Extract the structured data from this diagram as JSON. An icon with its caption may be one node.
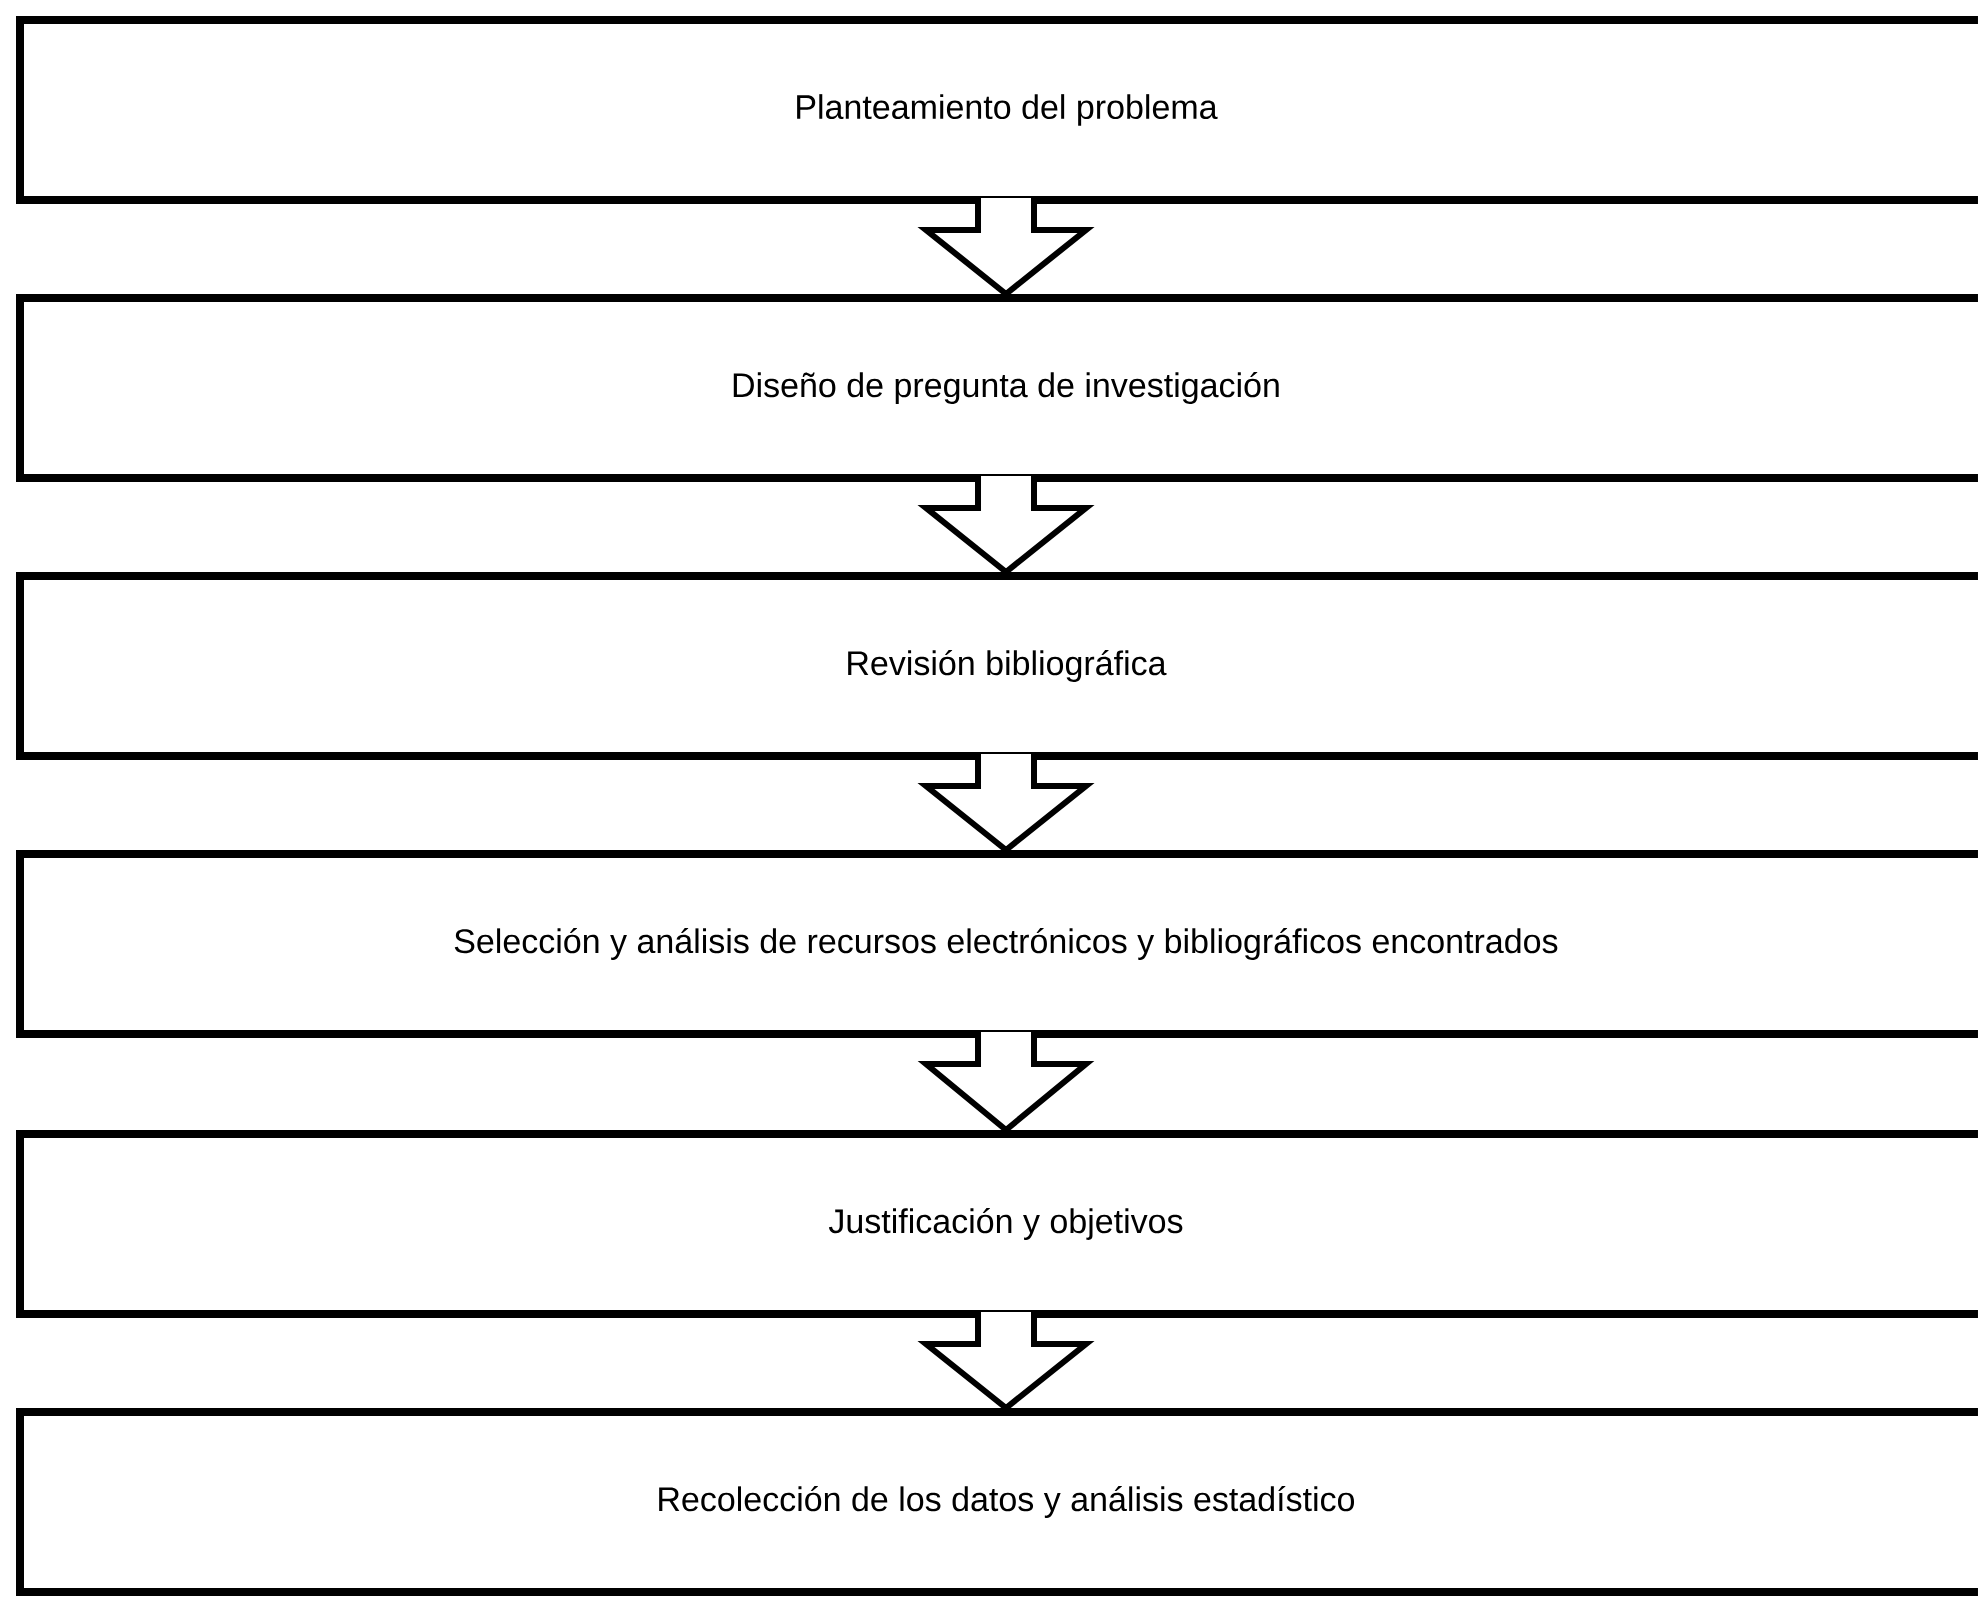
{
  "diagram": {
    "nodes": [
      {
        "text": [
          "Planteamiento del problema"
        ]
      },
      {
        "text": [
          "Diseño de pregunta de investigación"
        ]
      },
      {
        "text": [
          "Revisión bibliográfica"
        ]
      },
      {
        "text": [
          "Selección y análisis de recursos electrónicos y bibliográficos encontrados"
        ]
      },
      {
        "text": [
          "Justificación y objetivos"
        ]
      },
      {
        "text": [
          "Recolección de los datos y análisis estadístico"
        ]
      }
    ],
    "edges": [
      {
        "from": 0,
        "to": 1,
        "arrow": "to"
      },
      {
        "from": 1,
        "to": 2,
        "arrow": "to"
      },
      {
        "from": 2,
        "to": 3,
        "arrow": "to"
      },
      {
        "from": 3,
        "to": 4,
        "arrow": "to"
      },
      {
        "from": 4,
        "to": 5,
        "arrow": "to"
      }
    ]
  }
}
